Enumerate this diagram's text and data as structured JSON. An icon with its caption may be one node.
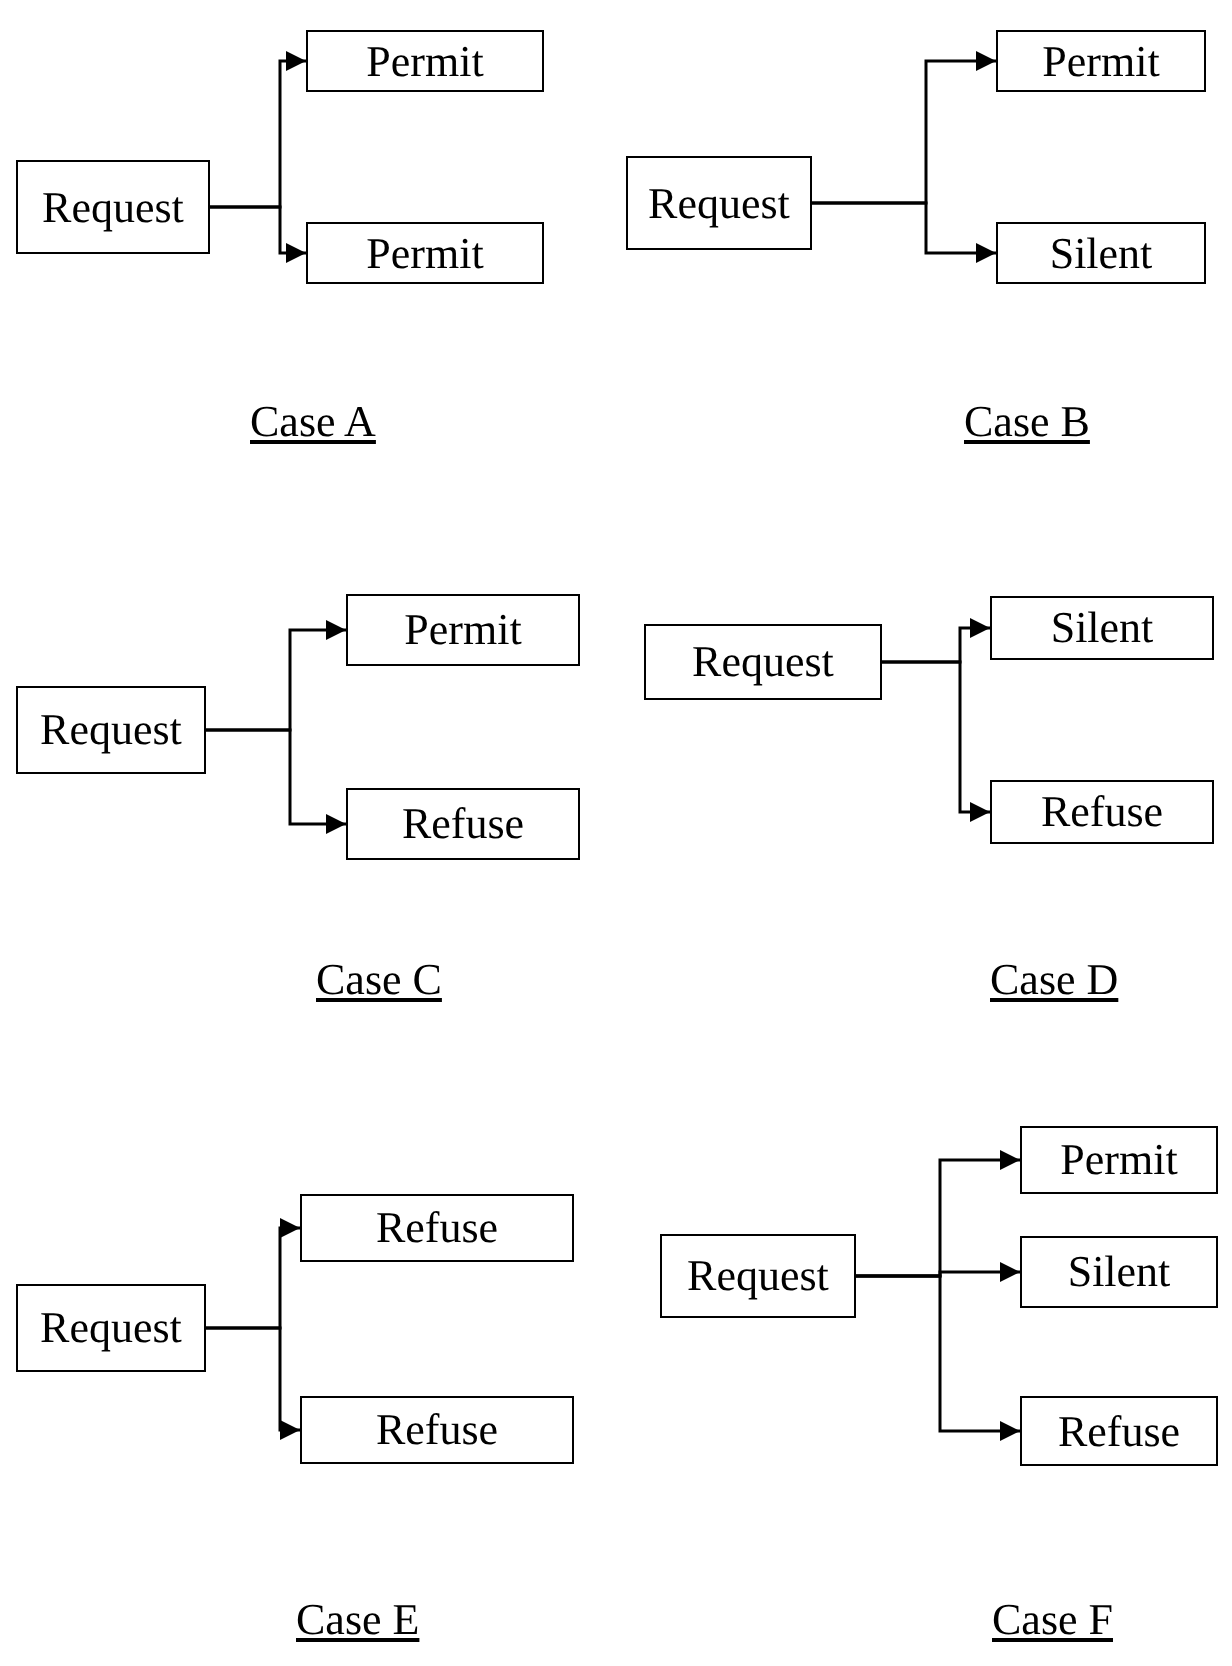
{
  "diagram": {
    "nodes": [
      {
        "text": [
          "Request"
        ]
      },
      {
        "text": [
          "Permit"
        ]
      },
      {
        "text": [
          "Permit"
        ]
      },
      {
        "text": [
          "Request"
        ]
      },
      {
        "text": [
          "Permit"
        ]
      },
      {
        "text": [
          "Silent"
        ]
      },
      {
        "text": [
          "Request"
        ]
      },
      {
        "text": [
          "Permit"
        ]
      },
      {
        "text": [
          "Refuse"
        ]
      },
      {
        "text": [
          "Request"
        ]
      },
      {
        "text": [
          "Silent"
        ]
      },
      {
        "text": [
          "Refuse"
        ]
      },
      {
        "text": [
          "Request"
        ]
      },
      {
        "text": [
          "Refuse"
        ]
      },
      {
        "text": [
          "Refuse"
        ]
      },
      {
        "text": [
          "Request"
        ]
      },
      {
        "text": [
          "Permit"
        ]
      },
      {
        "text": [
          "Silent"
        ]
      },
      {
        "text": [
          "Refuse"
        ]
      }
    ],
    "edges": [
      {
        "from": 0,
        "to": 1,
        "arrow": "to"
      },
      {
        "from": 0,
        "to": 2,
        "arrow": "to"
      },
      {
        "from": 3,
        "to": 4,
        "arrow": "to"
      },
      {
        "from": 3,
        "to": 5,
        "arrow": "to"
      },
      {
        "from": 6,
        "to": 7,
        "arrow": "to"
      },
      {
        "from": 6,
        "to": 8,
        "arrow": "to"
      },
      {
        "from": 9,
        "to": 10,
        "arrow": "to"
      },
      {
        "from": 9,
        "to": 11,
        "arrow": "to"
      },
      {
        "from": 12,
        "to": 13,
        "arrow": "to"
      },
      {
        "from": 12,
        "to": 14,
        "arrow": "to"
      },
      {
        "from": 15,
        "to": 16,
        "arrow": "to"
      },
      {
        "from": 15,
        "to": 17,
        "arrow": "to"
      },
      {
        "from": 15,
        "to": 18,
        "arrow": "to"
      }
    ],
    "labels": [
      "Case A",
      "Case B",
      "Case C",
      "Case D",
      "Case E",
      "Case F"
    ]
  }
}
